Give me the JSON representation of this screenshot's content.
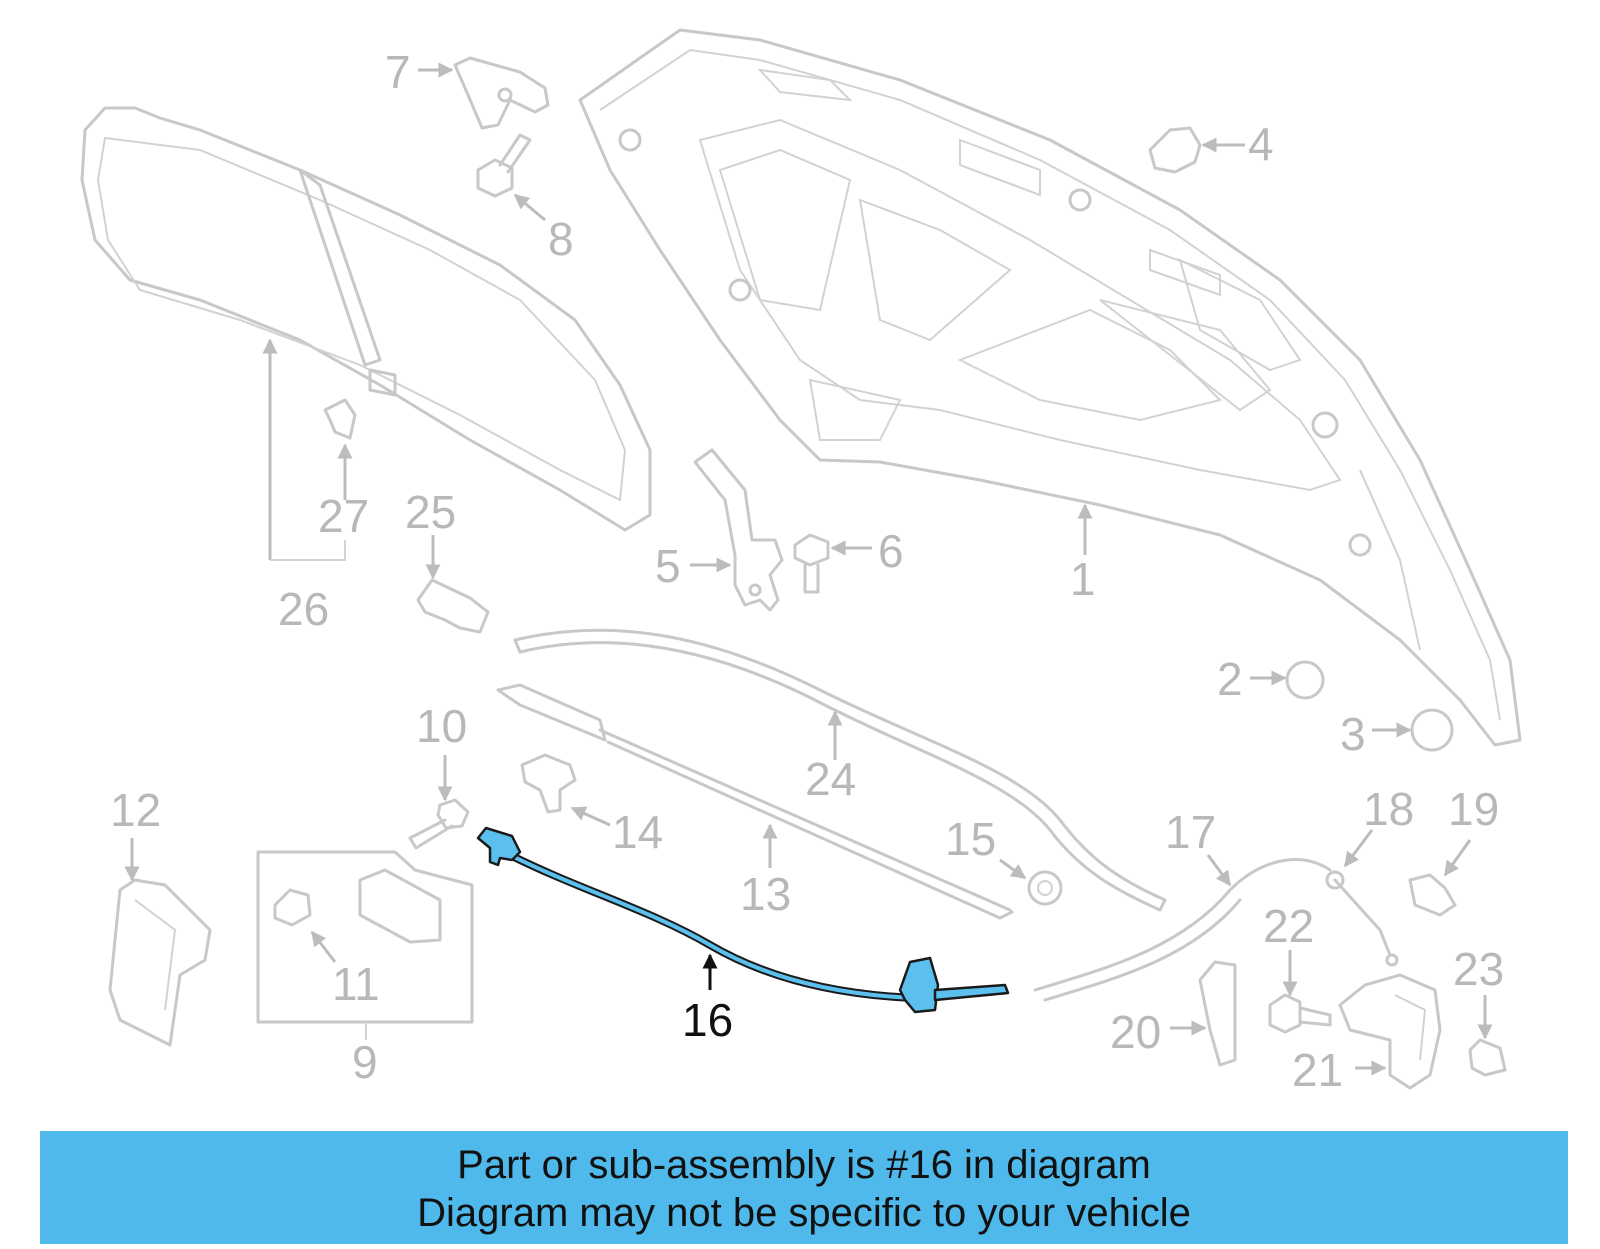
{
  "diagram": {
    "highlighted_part": "16",
    "callouts": [
      {
        "id": "c1",
        "label": "1"
      },
      {
        "id": "c2",
        "label": "2"
      },
      {
        "id": "c3",
        "label": "3"
      },
      {
        "id": "c4",
        "label": "4"
      },
      {
        "id": "c5",
        "label": "5"
      },
      {
        "id": "c6",
        "label": "6"
      },
      {
        "id": "c7",
        "label": "7"
      },
      {
        "id": "c8",
        "label": "8"
      },
      {
        "id": "c9",
        "label": "9"
      },
      {
        "id": "c10",
        "label": "10"
      },
      {
        "id": "c11",
        "label": "11"
      },
      {
        "id": "c12",
        "label": "12"
      },
      {
        "id": "c13",
        "label": "13"
      },
      {
        "id": "c14",
        "label": "14"
      },
      {
        "id": "c15",
        "label": "15"
      },
      {
        "id": "c16",
        "label": "16"
      },
      {
        "id": "c17",
        "label": "17"
      },
      {
        "id": "c18",
        "label": "18"
      },
      {
        "id": "c19",
        "label": "19"
      },
      {
        "id": "c20",
        "label": "20"
      },
      {
        "id": "c21",
        "label": "21"
      },
      {
        "id": "c22",
        "label": "22"
      },
      {
        "id": "c23",
        "label": "23"
      },
      {
        "id": "c24",
        "label": "24"
      },
      {
        "id": "c25",
        "label": "25"
      },
      {
        "id": "c26",
        "label": "26"
      },
      {
        "id": "c27",
        "label": "27"
      }
    ],
    "colors": {
      "highlight": "#5bc0ee",
      "banner": "#4fb9ec",
      "parts": "#c8c8c8",
      "callout_text": "#b8b8b8"
    }
  },
  "banner": {
    "line1": "Part or sub-assembly is #16 in diagram",
    "line2": "Diagram may not be specific to your vehicle"
  }
}
